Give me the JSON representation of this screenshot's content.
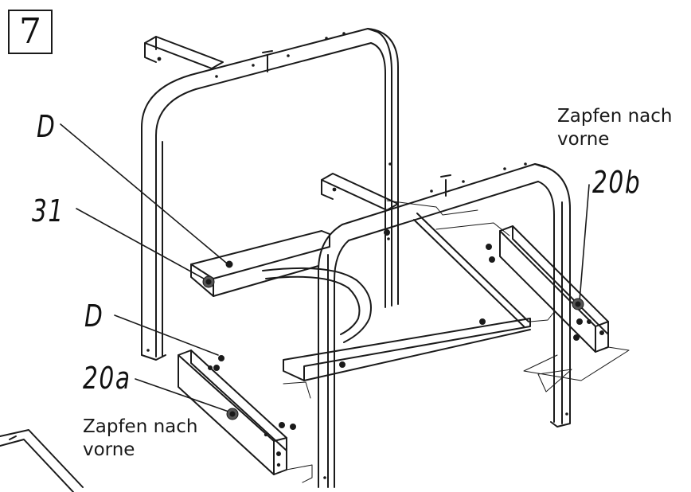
{
  "step_number": "7",
  "labels": {
    "d_top": "D",
    "part_31": "31",
    "d_bottom": "D",
    "part_20a": "20a",
    "part_20b": "20b"
  },
  "notes": {
    "right_line1": "Zapfen nach",
    "right_line2": "vorne",
    "left_line1": "Zapfen nach",
    "left_line2": "vorne"
  }
}
